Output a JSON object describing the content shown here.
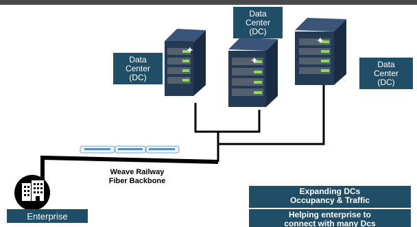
{
  "datacenters": [
    {
      "line1": "Data",
      "line2": "Center",
      "line3": "(DC)"
    },
    {
      "line1": "Data",
      "line2": "Center",
      "line3": "(DC)"
    },
    {
      "line1": "Data",
      "line2": "Center",
      "line3": "(DC)"
    }
  ],
  "backbone": {
    "line1": "Weave Railway",
    "line2": "Fiber Backbone"
  },
  "enterprise": {
    "label": "Enterprise"
  },
  "info": {
    "box1": {
      "line1": "Expanding DCs",
      "line2": "Occupancy & Traffic"
    },
    "box2": {
      "line1": "Helping enterprise to",
      "line2": "connect with many Dcs"
    }
  },
  "colors": {
    "label_bg": "#1f4e66",
    "server_body": "#243b55",
    "line": "#000000"
  }
}
